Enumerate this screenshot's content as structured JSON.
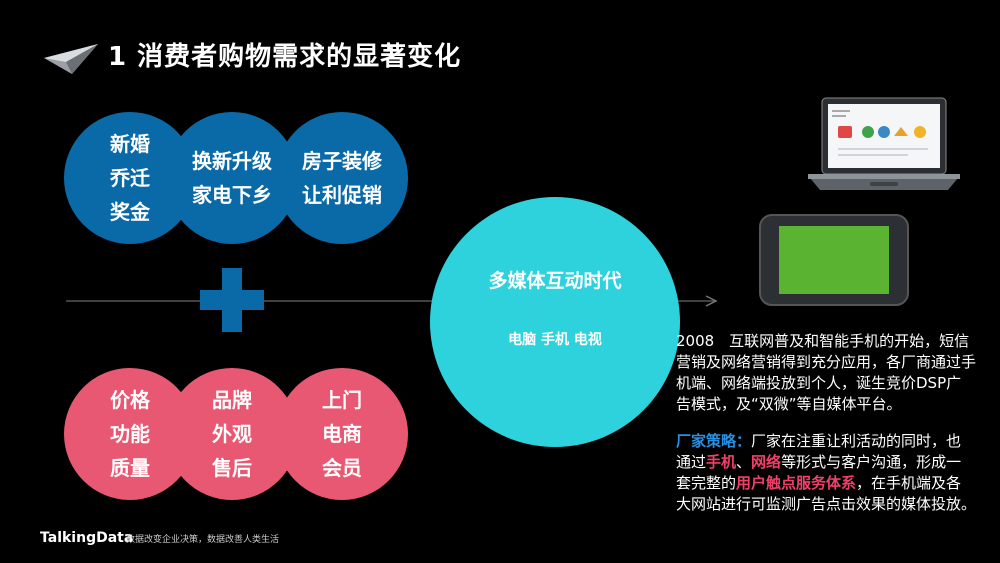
{
  "title": "1 消费者购物需求的显著变化",
  "blue_circles": [
    {
      "lines": [
        "新婚",
        "乔迁",
        "奖金"
      ]
    },
    {
      "lines": [
        "换新升级",
        "家电下乡"
      ]
    },
    {
      "lines": [
        "房子装修",
        "让利促销"
      ]
    }
  ],
  "pink_circles": [
    {
      "lines": [
        "价格",
        "功能",
        "质量"
      ]
    },
    {
      "lines": [
        "品牌",
        "外观",
        "售后"
      ]
    },
    {
      "lines": [
        "上门",
        "电商",
        "会员"
      ]
    }
  ],
  "big_circle": {
    "title": "多媒体互动时代",
    "subtitle": "电脑 手机 电视"
  },
  "description": {
    "para1": "2008　互联网普及和智能手机的开始，短信营销及网络营销得到充分应用，各厂商通过手机端、网络端投放到个人，诞生竞价DSP广告模式，及“双微”等自媒体平台。",
    "strategy_label": "厂家策略：",
    "p2_a": "厂家在注重让利活动的同时，也通过",
    "p2_phone": "手机",
    "p2_sep": "、",
    "p2_net": "网络",
    "p2_b": "等形式与客户沟通，形成一套完整的",
    "p2_system": "用户触点服务体系",
    "p2_c": "，在手机端及各大网站进行可监测广告点击效果的媒体投放。"
  },
  "footer": {
    "brand": "TalkingData",
    "slogan": "数据改变企业决策，数据改善人类生活"
  },
  "colors": {
    "blue": "#0a6aa8",
    "pink": "#e95872",
    "cyan": "#2ed2dd",
    "highlight_blue": "#2a8fe0",
    "highlight_pink": "#f0406a"
  }
}
